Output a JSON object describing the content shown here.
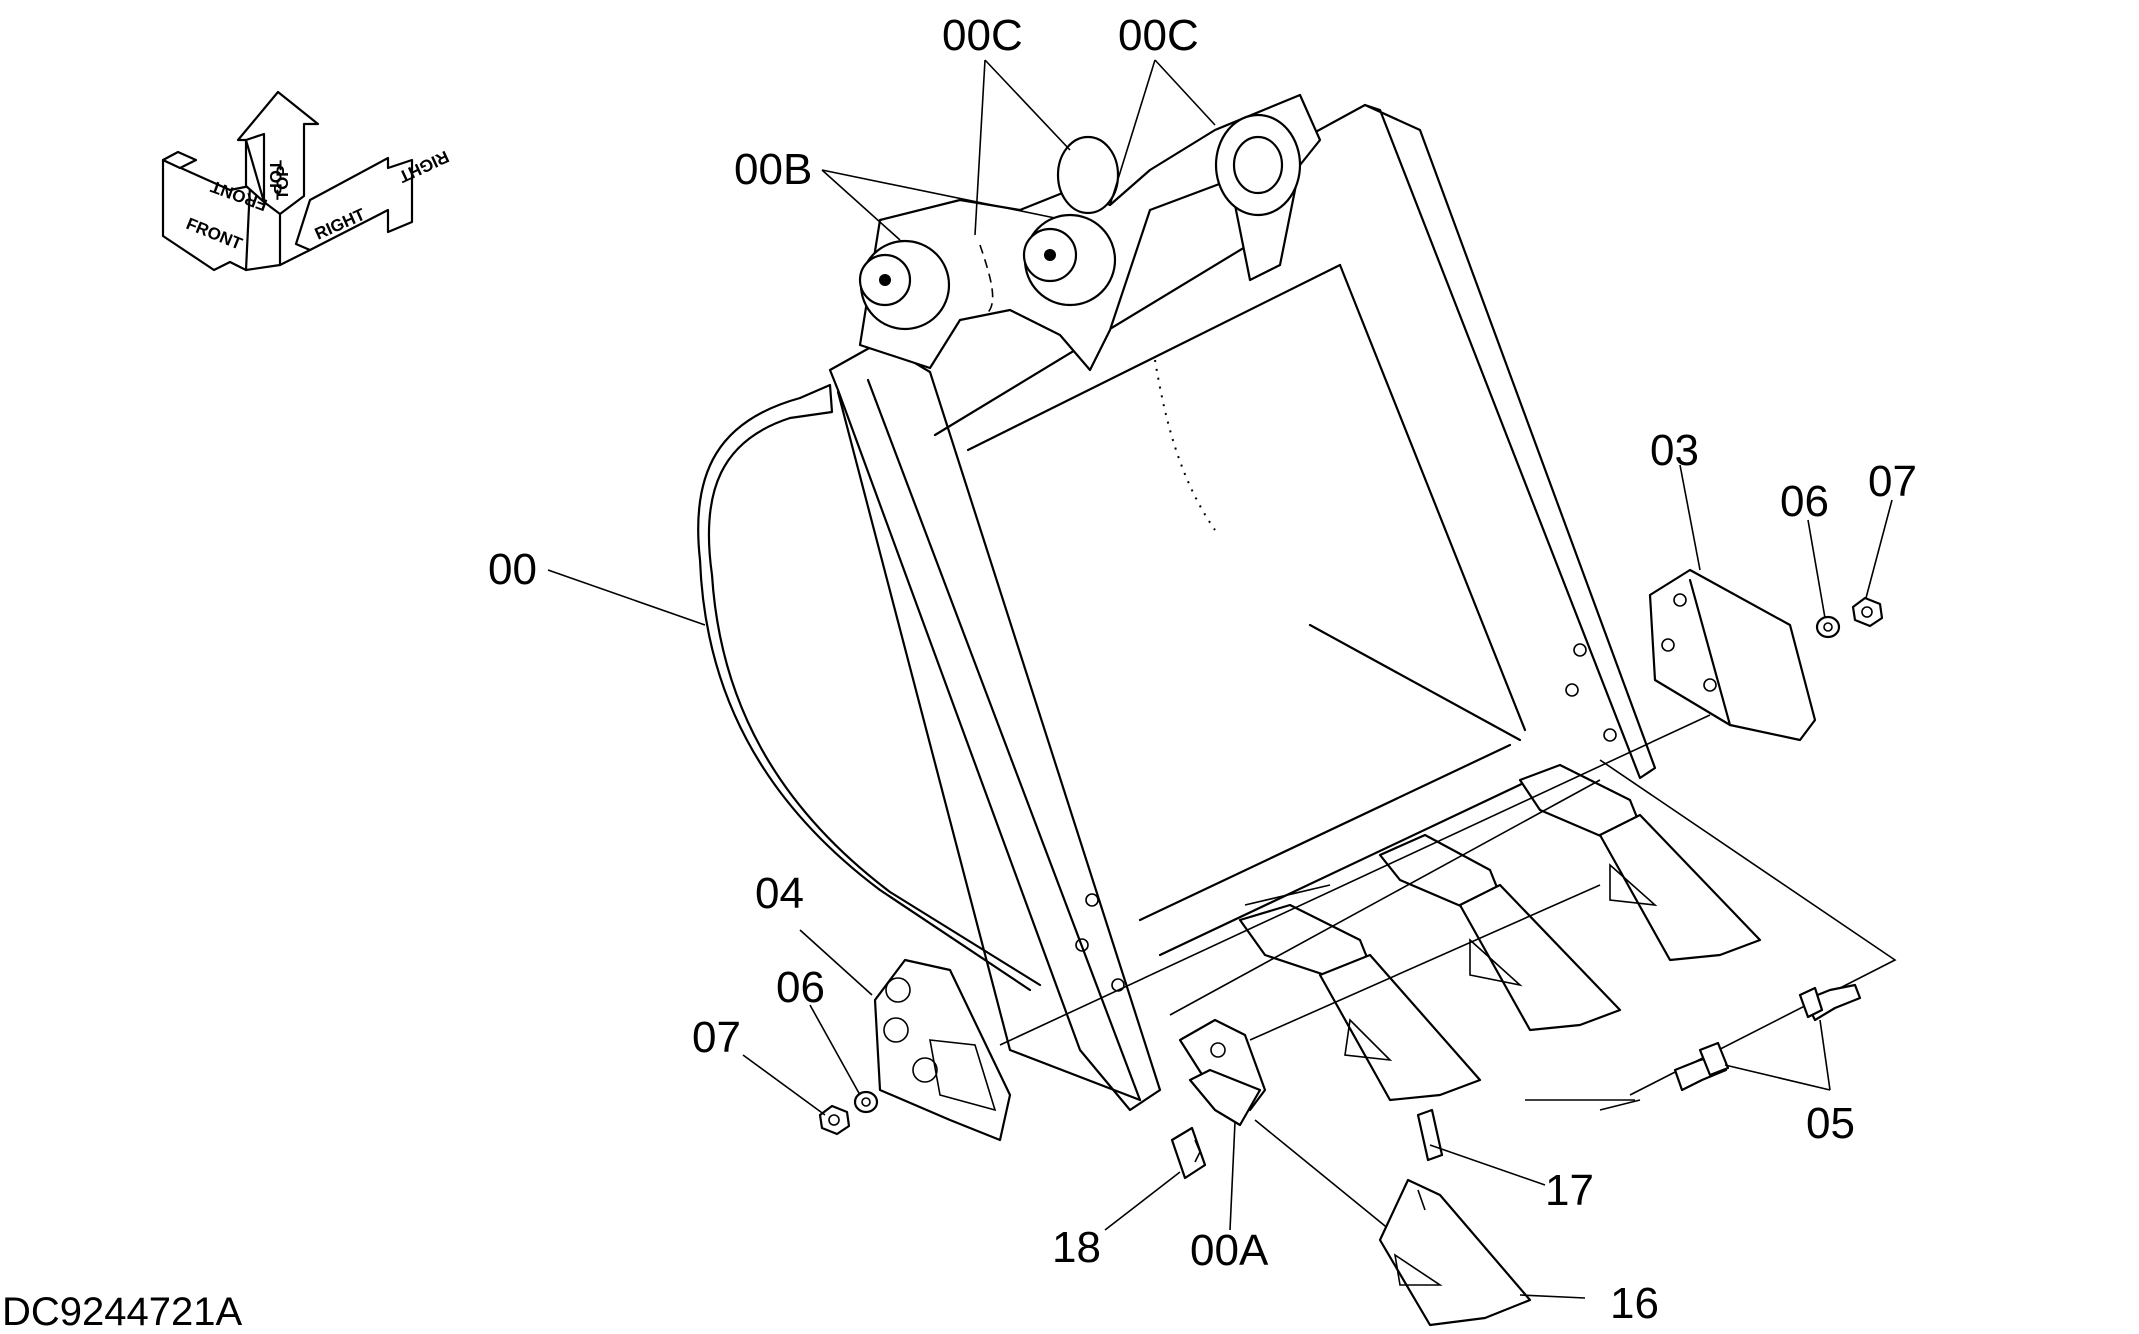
{
  "diagram": {
    "drawing_code": "DC9244721A",
    "orientation": {
      "front": "FRONT",
      "top": "TOP",
      "right": "RIGHT"
    },
    "callouts": [
      {
        "id": "00",
        "label": "00"
      },
      {
        "id": "00A",
        "label": "00A"
      },
      {
        "id": "00B",
        "label": "00B"
      },
      {
        "id": "00C-left",
        "label": "00C"
      },
      {
        "id": "00C-right",
        "label": "00C"
      },
      {
        "id": "03",
        "label": "03"
      },
      {
        "id": "04",
        "label": "04"
      },
      {
        "id": "05",
        "label": "05"
      },
      {
        "id": "06-right",
        "label": "06"
      },
      {
        "id": "06-left",
        "label": "06"
      },
      {
        "id": "07-right",
        "label": "07"
      },
      {
        "id": "07-left",
        "label": "07"
      },
      {
        "id": "16",
        "label": "16"
      },
      {
        "id": "17",
        "label": "17"
      },
      {
        "id": "18",
        "label": "18"
      }
    ]
  }
}
